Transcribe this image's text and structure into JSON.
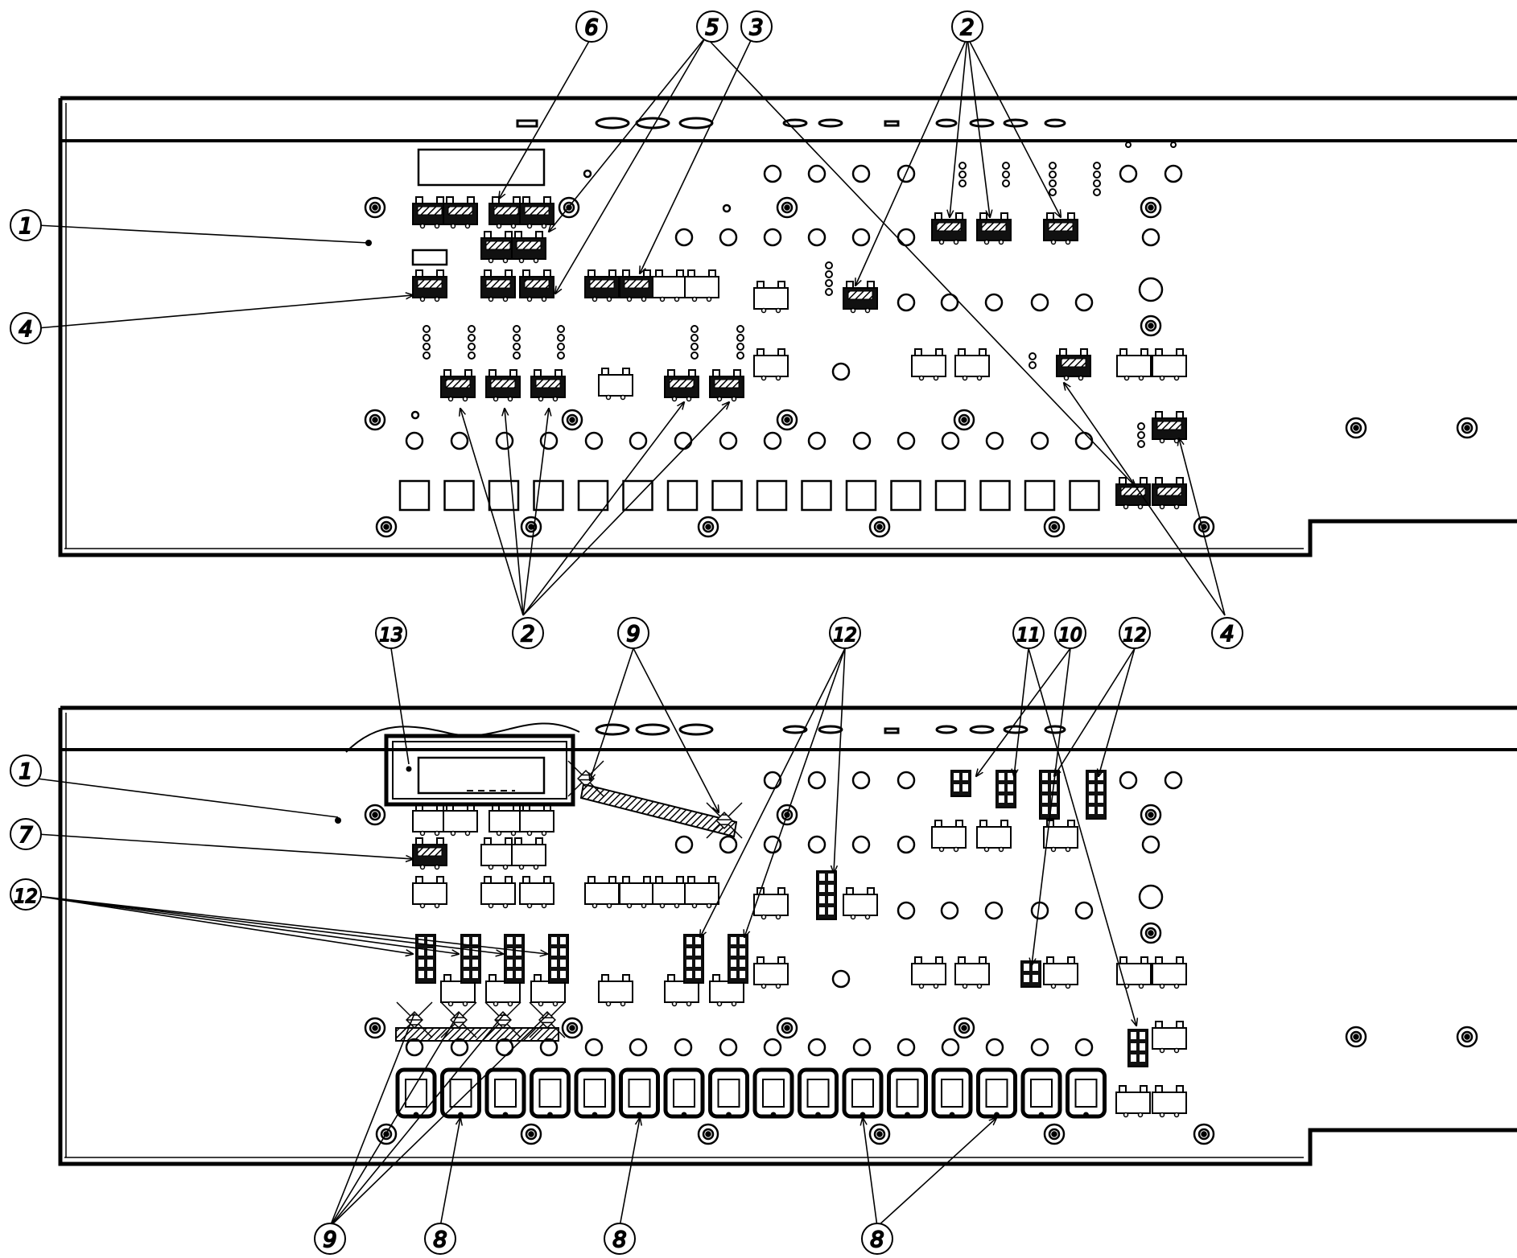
{
  "upper_view": {
    "callouts": [
      {
        "id": "c1",
        "label": "1"
      },
      {
        "id": "c2a",
        "label": "2"
      },
      {
        "id": "c3",
        "label": "3"
      },
      {
        "id": "c4a",
        "label": "4"
      },
      {
        "id": "c4b",
        "label": "4"
      },
      {
        "id": "c5",
        "label": "5"
      },
      {
        "id": "c6",
        "label": "6"
      },
      {
        "id": "c2b",
        "label": "2"
      }
    ]
  },
  "lower_view": {
    "callouts": [
      {
        "id": "c13",
        "label": "13"
      },
      {
        "id": "c1b",
        "label": "1"
      },
      {
        "id": "c7",
        "label": "7"
      },
      {
        "id": "c12a",
        "label": "12"
      },
      {
        "id": "c9a",
        "label": "9"
      },
      {
        "id": "c12b",
        "label": "12"
      },
      {
        "id": "c11",
        "label": "11"
      },
      {
        "id": "c10",
        "label": "10"
      },
      {
        "id": "c12c",
        "label": "12"
      },
      {
        "id": "c9b",
        "label": "9"
      },
      {
        "id": "c8a",
        "label": "8"
      },
      {
        "id": "c8b",
        "label": "8"
      },
      {
        "id": "c8c",
        "label": "8"
      }
    ]
  },
  "colors": {
    "ink": "#000000",
    "paper": "#ffffff",
    "hatch": "#555555"
  }
}
